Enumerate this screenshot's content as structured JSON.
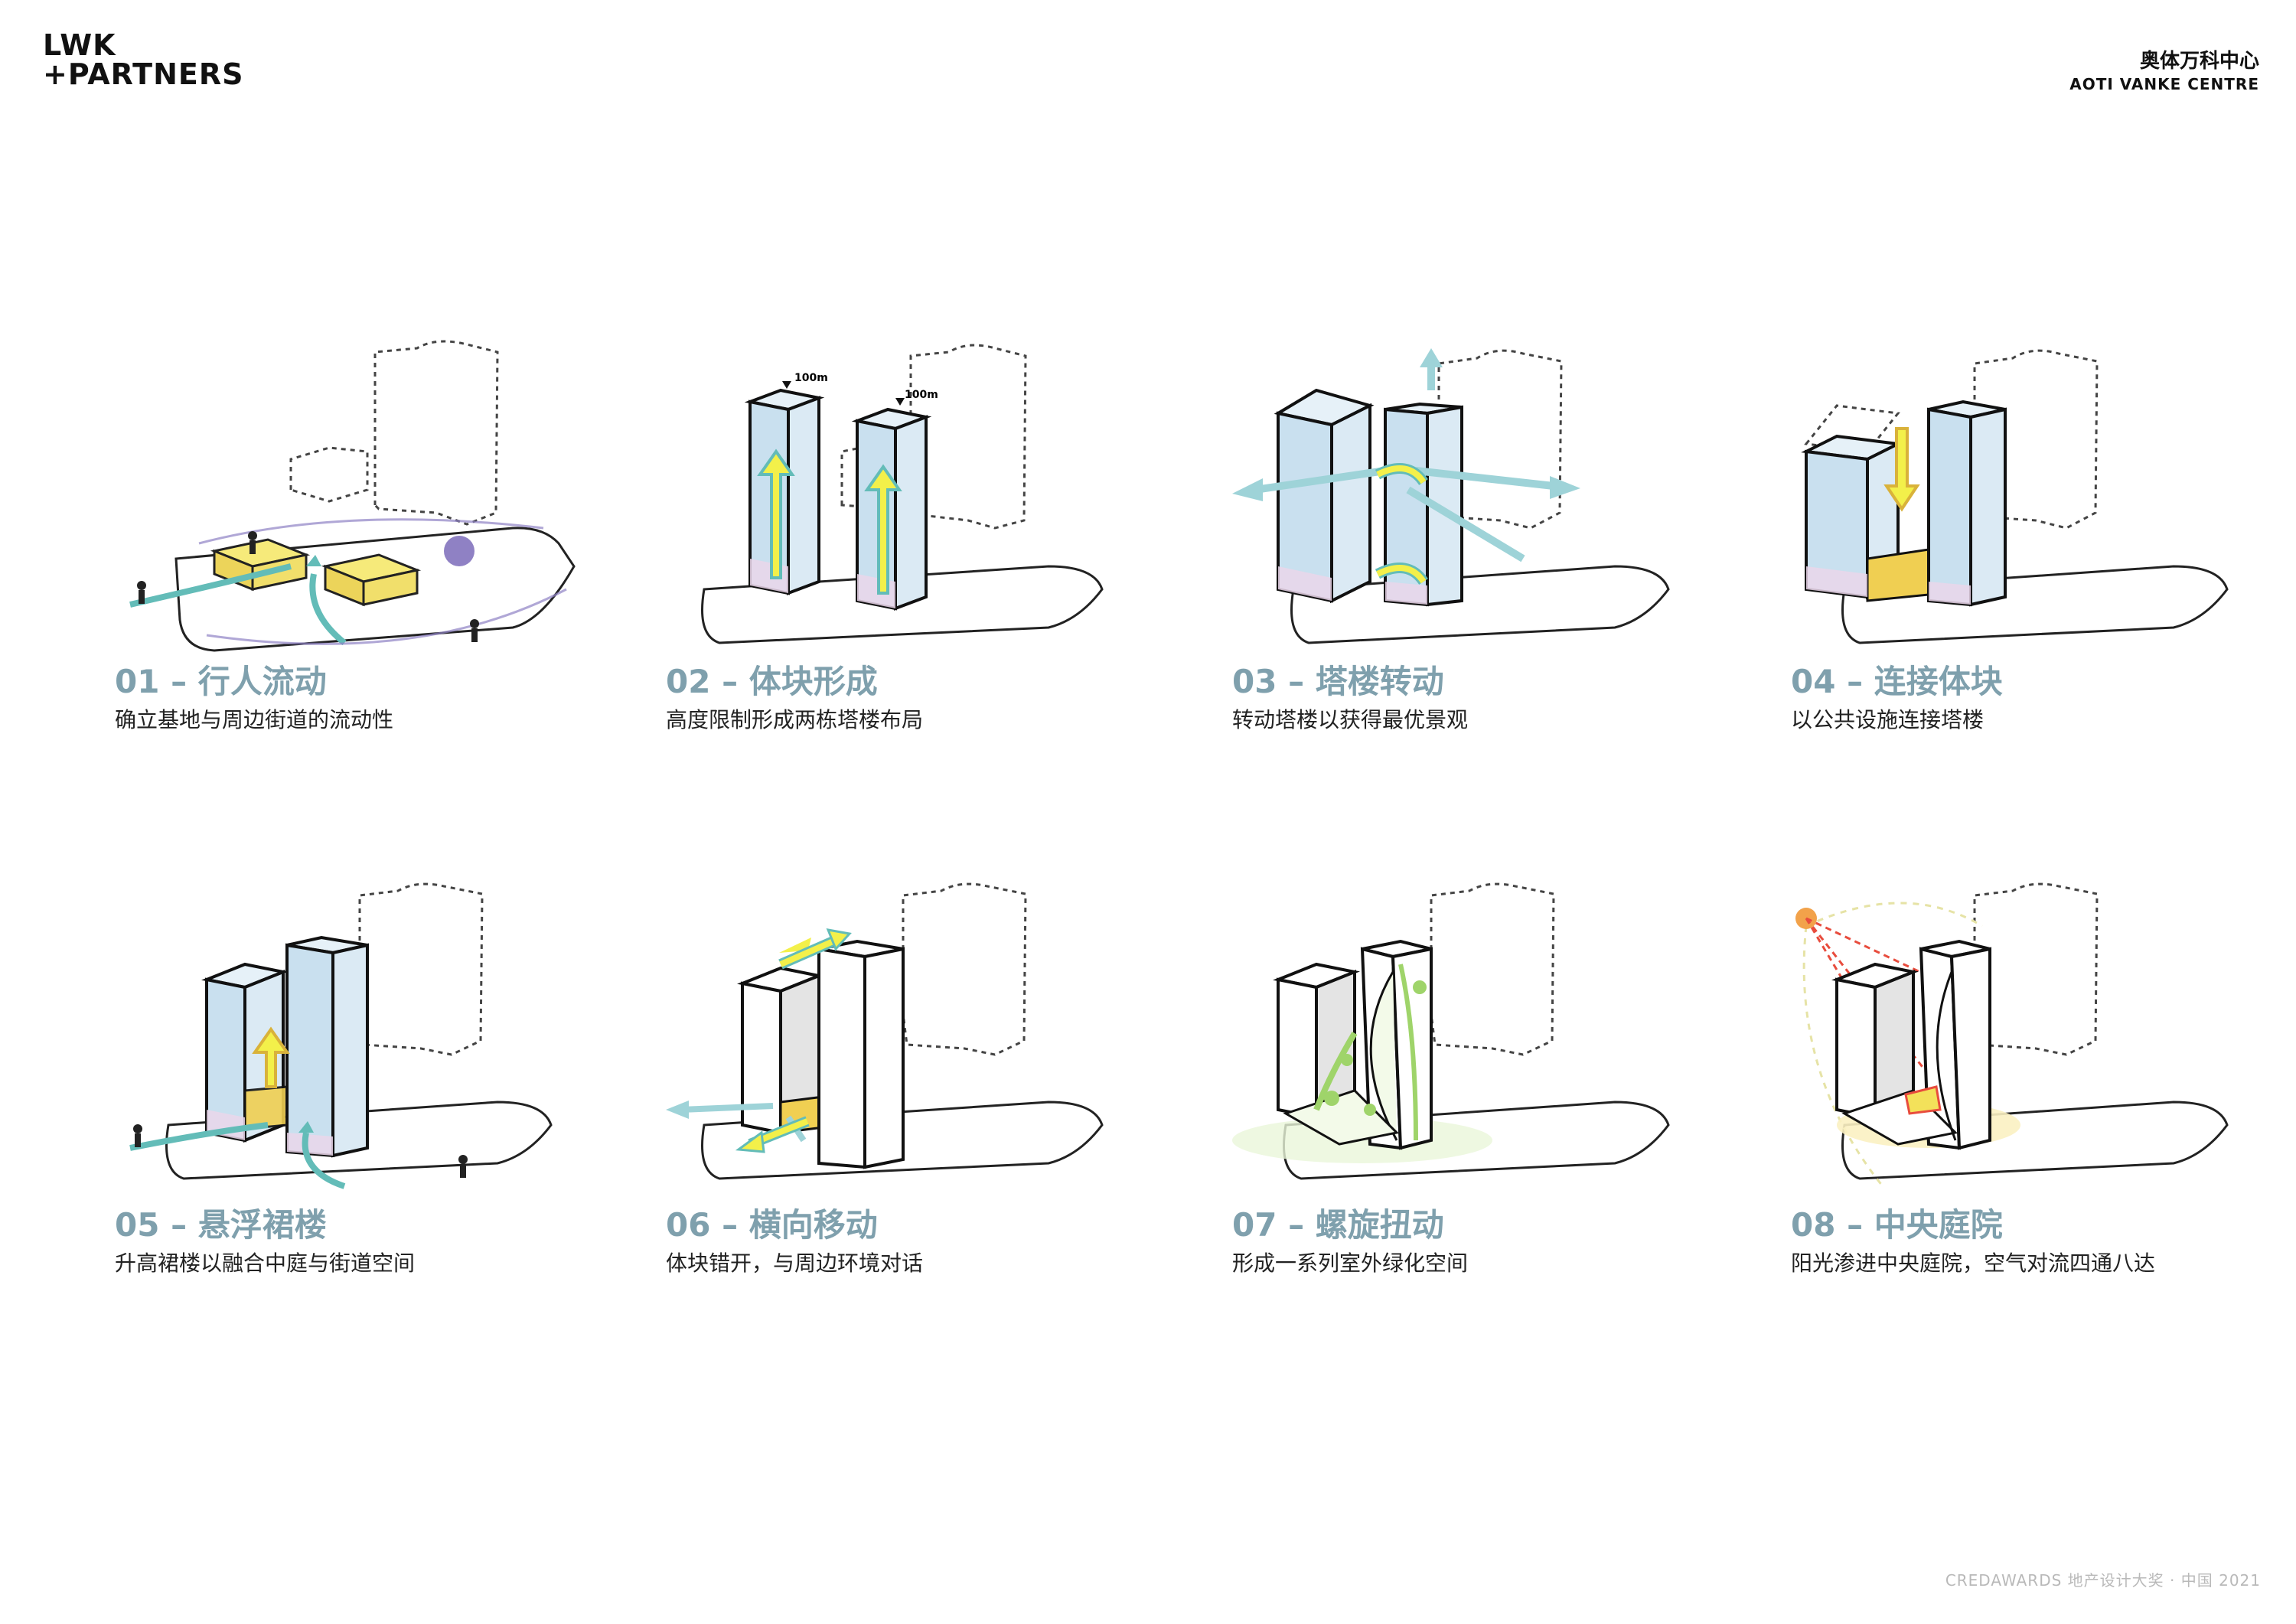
{
  "brand": {
    "line1": "LWK",
    "line2": "+PARTNERS"
  },
  "project": {
    "name_cn": "奥体万科中心",
    "name_en": "AOTI VANKE CENTRE"
  },
  "height_label": "100m",
  "panels": [
    {
      "number": "01",
      "title": "01 – 行人流动",
      "desc": "确立基地与周边街道的流动性"
    },
    {
      "number": "02",
      "title": "02 – 体块形成",
      "desc": "高度限制形成两栋塔楼布局"
    },
    {
      "number": "03",
      "title": "03 – 塔楼转动",
      "desc": "转动塔楼以获得最优景观"
    },
    {
      "number": "04",
      "title": "04 – 连接体块",
      "desc": "以公共设施连接塔楼"
    },
    {
      "number": "05",
      "title": "05 – 悬浮裙楼",
      "desc": "升高裙楼以融合中庭与街道空间"
    },
    {
      "number": "06",
      "title": "06 – 横向移动",
      "desc": "体块错开，与周边环境对话"
    },
    {
      "number": "07",
      "title": "07 – 螺旋扭动",
      "desc": "形成一系列室外绿化空间"
    },
    {
      "number": "08",
      "title": "08 – 中央庭院",
      "desc": "阳光渗进中央庭院，空气对流四通八达"
    }
  ],
  "footer": "CREDAWARDS 地产设计大奖 · 中国 2021",
  "colors": {
    "caption_title": "#7fa0ad",
    "glass": "#d4e6f1",
    "podium_yellow": "#f0cf52",
    "base_pink": "#ead6ea",
    "arrow_teal": "#63bcb8",
    "arrow_yellow": "#f3f04a",
    "bike_purple": "#8f81c4",
    "sun_orange": "#f2a24a",
    "green": "#9fd46a"
  }
}
